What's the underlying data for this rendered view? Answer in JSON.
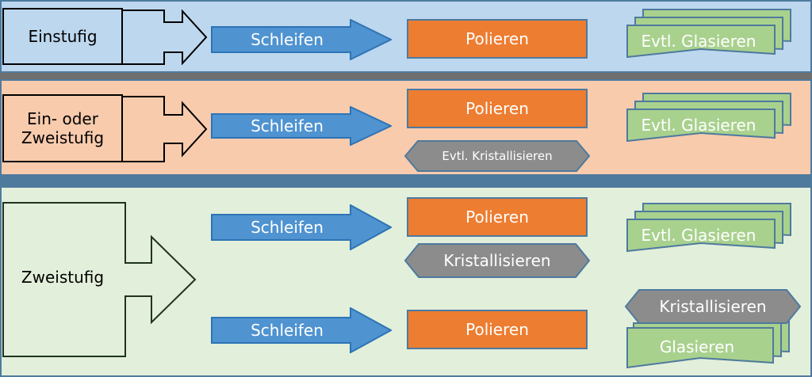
{
  "colors": {
    "band1_bg": "#BDD7EE",
    "band2_bg": "#F8CBAD",
    "band3_bg": "#E2EFDA",
    "band_border": "#4E7A9E",
    "separator_gray": "#706F6F",
    "separator_blue": "#4E7A9E",
    "arrow_blue": "#4F93D1",
    "arrow_blue_border": "#2E74B5",
    "rect_orange": "#ED7D31",
    "hex_gray": "#8C8C8C",
    "doc_green": "#A9D18E",
    "shape_border": "#4E7A9E",
    "outline_black": "#000000",
    "label_white": "#FFFFFF"
  },
  "rows": [
    {
      "id": "row-einstufig",
      "stage_label_lines": [
        "Einstufig"
      ],
      "steps": [
        {
          "type": "arrow",
          "label": "Schleifen"
        },
        {
          "type": "rect",
          "label": "Polieren"
        },
        {
          "type": "doc-stack",
          "label": "Evtl. Glasieren"
        }
      ]
    },
    {
      "id": "row-ein-oder-zweistufig",
      "stage_label_lines": [
        "Ein- oder",
        "Zweistufig"
      ],
      "steps": [
        {
          "type": "arrow",
          "label": "Schleifen"
        },
        {
          "type": "rect",
          "label": "Polieren"
        },
        {
          "type": "hexagon",
          "label": "Evtl. Kristallisieren"
        },
        {
          "type": "doc-stack",
          "label": "Evtl. Glasieren"
        }
      ]
    },
    {
      "id": "row-zweistufig",
      "stage_label_lines": [
        "Zweistufig"
      ],
      "sub_rows": [
        {
          "id": "sub-row-1",
          "steps": [
            {
              "type": "arrow",
              "label": "Schleifen"
            },
            {
              "type": "rect",
              "label": "Polieren"
            },
            {
              "type": "hexagon",
              "label": "Kristallisieren"
            },
            {
              "type": "doc-stack",
              "label": "Evtl. Glasieren"
            }
          ]
        },
        {
          "id": "sub-row-2",
          "steps": [
            {
              "type": "arrow",
              "label": "Schleifen"
            },
            {
              "type": "rect",
              "label": "Polieren"
            },
            {
              "type": "hexagon",
              "label": "Kristallisieren"
            },
            {
              "type": "doc-stack",
              "label": "Glasieren"
            }
          ]
        }
      ]
    }
  ],
  "labels": {
    "einstufig": "Einstufig",
    "ein_oder": "Ein- oder",
    "zweistufig_2": "Zweistufig",
    "zweistufig_3": "Zweistufig",
    "schleifen": "Schleifen",
    "polieren": "Polieren",
    "evtl_glasieren": "Evtl. Glasieren",
    "glasieren": "Glasieren",
    "evtl_kristallisieren": "Evtl. Kristallisieren",
    "kristallisieren": "Kristallisieren"
  }
}
